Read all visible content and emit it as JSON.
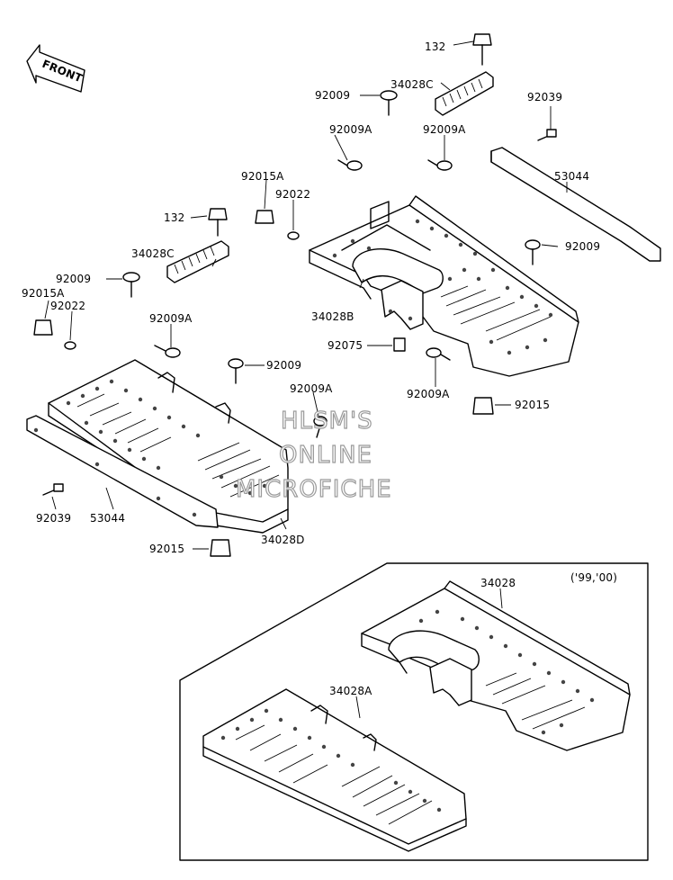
{
  "front_badge": "FRONT",
  "variant_note": "('99,'00)",
  "watermark": [
    "HLSM'S",
    "ONLINE",
    "MICROFICHE"
  ],
  "callouts": [
    {
      "id": "c01",
      "text": "132"
    },
    {
      "id": "c02",
      "text": "92009"
    },
    {
      "id": "c03",
      "text": "34028C"
    },
    {
      "id": "c04",
      "text": "92039"
    },
    {
      "id": "c05",
      "text": "92009A"
    },
    {
      "id": "c06",
      "text": "92009A"
    },
    {
      "id": "c07",
      "text": "53044"
    },
    {
      "id": "c08",
      "text": "92015A"
    },
    {
      "id": "c09",
      "text": "92022"
    },
    {
      "id": "c10",
      "text": "132"
    },
    {
      "id": "c11",
      "text": "92009"
    },
    {
      "id": "c12",
      "text": "34028C"
    },
    {
      "id": "c13",
      "text": "92009"
    },
    {
      "id": "c14",
      "text": "34028B"
    },
    {
      "id": "c15",
      "text": "92015A"
    },
    {
      "id": "c16",
      "text": "92022"
    },
    {
      "id": "c17",
      "text": "92009A"
    },
    {
      "id": "c18",
      "text": "92075"
    },
    {
      "id": "c19",
      "text": "92009"
    },
    {
      "id": "c20",
      "text": "92009A"
    },
    {
      "id": "c21",
      "text": "92009A"
    },
    {
      "id": "c22",
      "text": "92015"
    },
    {
      "id": "c23",
      "text": "92039"
    },
    {
      "id": "c24",
      "text": "53044"
    },
    {
      "id": "c25",
      "text": "92015"
    },
    {
      "id": "c26",
      "text": "34028D"
    },
    {
      "id": "c27",
      "text": "34028"
    },
    {
      "id": "c28",
      "text": "34028A"
    }
  ]
}
